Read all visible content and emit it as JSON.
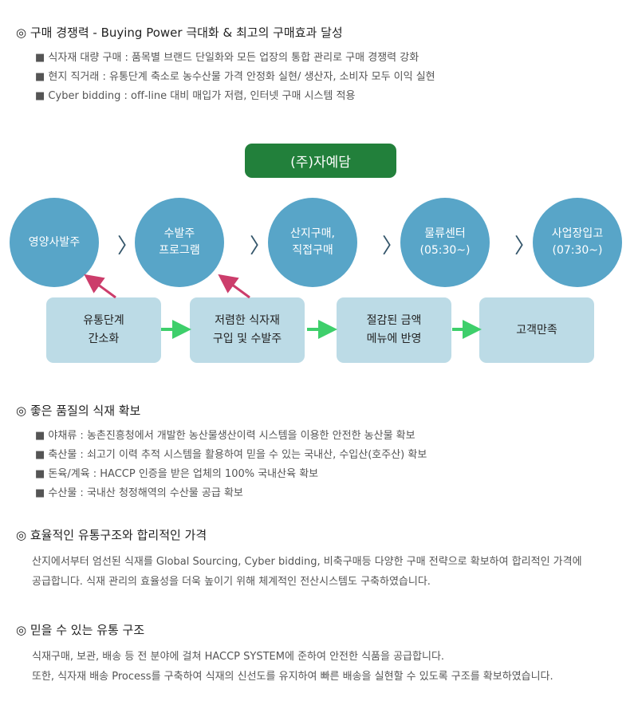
{
  "section1": {
    "title": "◎ 구매 경쟁력 - Buying Power 극대화 & 최고의 구매효과 달성",
    "items": [
      "식자재 대량 구매 : 품목별 브랜드 단일화와 모든 업장의 통합 관리로 구매 경쟁력 강화",
      "현지 직거래 : 유통단계 축소로 농수산물 가격 안정화 실현/ 생산자, 소비자 모두 이익 실현",
      "Cyber bidding : off-line 대비 매입가 저렴, 인터넷 구매 시스템 적용"
    ]
  },
  "diagram": {
    "company": "(주)자예담",
    "steps": [
      [
        "영양사발주",
        ""
      ],
      [
        "수발주",
        "프로그램"
      ],
      [
        "산지구매,",
        "직접구매"
      ],
      [
        "물류센터",
        "(05:30~)"
      ],
      [
        "사업장입고",
        "(07:30~)"
      ]
    ],
    "benefits": [
      [
        "유통단계",
        "간소화"
      ],
      [
        "저렴한 식자재",
        "구입 및 수발주"
      ],
      [
        "절감된 금액",
        "메뉴에 반영"
      ],
      [
        "고객만족",
        ""
      ]
    ],
    "chevron": "〉"
  },
  "section2": {
    "title": "◎ 좋은 품질의 식재 확보",
    "items": [
      "야채류 : 농촌진흥청에서 개발한 농산물생산이력 시스템을 이용한 안전한 농산물 확보",
      "축산물 : 쇠고기 이력 추적 시스템을 활용하여 믿을 수 있는 국내산, 수입산(호주산) 확보",
      "돈육/계육 : HACCP 인증을 받은 업체의 100% 국내산육 확보",
      "수산물 : 국내산 청정해역의 수산물 공급 확보"
    ]
  },
  "section3": {
    "title": "◎ 효율적인 유통구조와 합리적인 가격",
    "lines": [
      "산지에서부터 엄선된 식재를 Global Sourcing, Cyber bidding, 비축구매등 다양한 구매 전략으로 확보하여 합리적인 가격에",
      "공급합니다. 식재 관리의 효율성을 더욱 높이기 위해 체계적인 전산시스템도 구축하였습니다."
    ]
  },
  "section4": {
    "title": "◎ 믿을 수 있는 유통 구조",
    "lines": [
      "식재구매, 보관, 배송 등 전 분야에 걸쳐 HACCP SYSTEM에 준하여 안전한 식품을 공급합니다.",
      "또한, 식자재 배송 Process를 구축하여 식재의 신선도를 유지하여 빠른 배송을 실현할 수 있도록 구조를 확보하였습니다."
    ]
  }
}
